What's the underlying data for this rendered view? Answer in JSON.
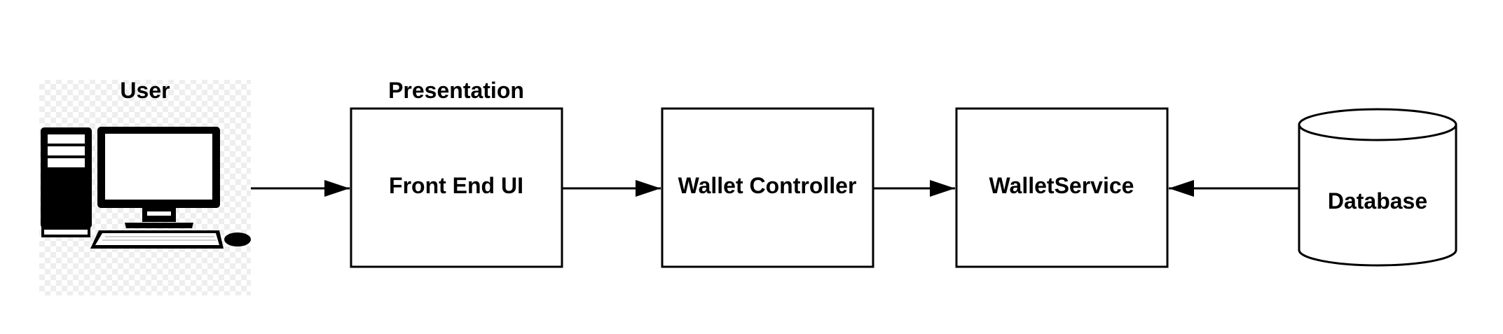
{
  "diagram": {
    "user": {
      "label": "User"
    },
    "presentation": {
      "label": "Presentation"
    },
    "nodes": {
      "front_end_ui": "Front End UI",
      "wallet_controller": "Wallet Controller",
      "wallet_service": "WalletService",
      "database": "Database"
    }
  },
  "colors": {
    "stroke": "#000000",
    "fill": "#ffffff",
    "checker_light": "#ffffff",
    "checker_dark": "#eeeeee"
  }
}
